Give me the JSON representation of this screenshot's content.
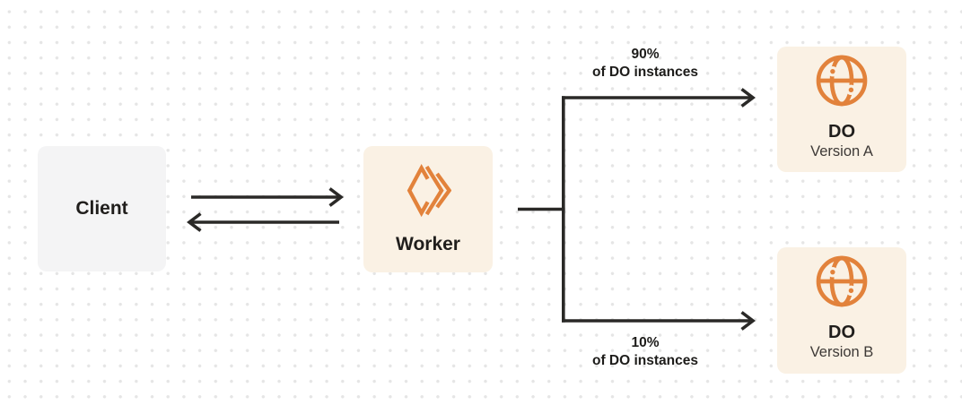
{
  "nodes": {
    "client": {
      "label": "Client"
    },
    "worker": {
      "label": "Worker",
      "icon": "cloudflare-workers-icon"
    },
    "do_version_a": {
      "title": "DO",
      "subtitle": "Version A",
      "icon": "durable-object-globe-icon"
    },
    "do_version_b": {
      "title": "DO",
      "subtitle": "Version B",
      "icon": "durable-object-globe-icon"
    }
  },
  "edges": {
    "client_worker": {
      "type": "bidirectional-arrows"
    },
    "top_branch": {
      "percent": "90%",
      "caption": "of DO instances",
      "target": "DO Version A"
    },
    "bottom_branch": {
      "percent": "10%",
      "caption": "of DO instances",
      "target": "DO Version B"
    }
  },
  "colors": {
    "accent_orange": "#E2823B",
    "cream_box": "#FAF1E4",
    "gray_box": "#F4F4F5",
    "arrow_dark": "#2A2927",
    "grid_dot": "#E5E5E5",
    "text_dark": "#201E1C"
  }
}
